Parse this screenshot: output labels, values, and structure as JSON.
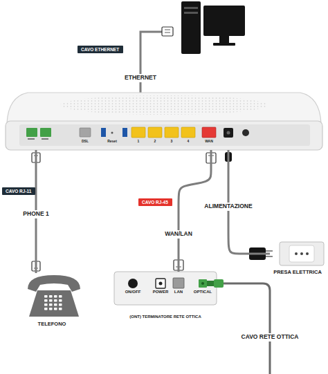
{
  "diagram": {
    "nodes": [
      {
        "text": [
          "DSL",
          "Reset",
          "1",
          "2",
          "3",
          "4",
          "WAN"
        ]
      },
      {
        "text": [
          "TELEFONO"
        ]
      },
      {
        "text": [
          "ON/OFF",
          "POWER",
          "LAN",
          "OPTICAL",
          "(ONT) TERMINATORE RETE OTTICA"
        ]
      },
      {
        "text": [
          "PRESA ELETTRICA"
        ]
      }
    ],
    "edges": [
      {
        "from": 0,
        "to": 1,
        "arrow": "none"
      },
      {
        "from": 0,
        "to": 2,
        "arrow": "none"
      },
      {
        "from": 0,
        "to": 3,
        "arrow": "none"
      }
    ],
    "labels": [
      "CAVO ETHERNET",
      "ETHERNET",
      "CAVO RJ-11",
      "PHONE 1",
      "CAVO RJ-45",
      "WAN/LAN",
      "ALIMENTAZIONE",
      "CAVO RETE OTTICA"
    ]
  }
}
